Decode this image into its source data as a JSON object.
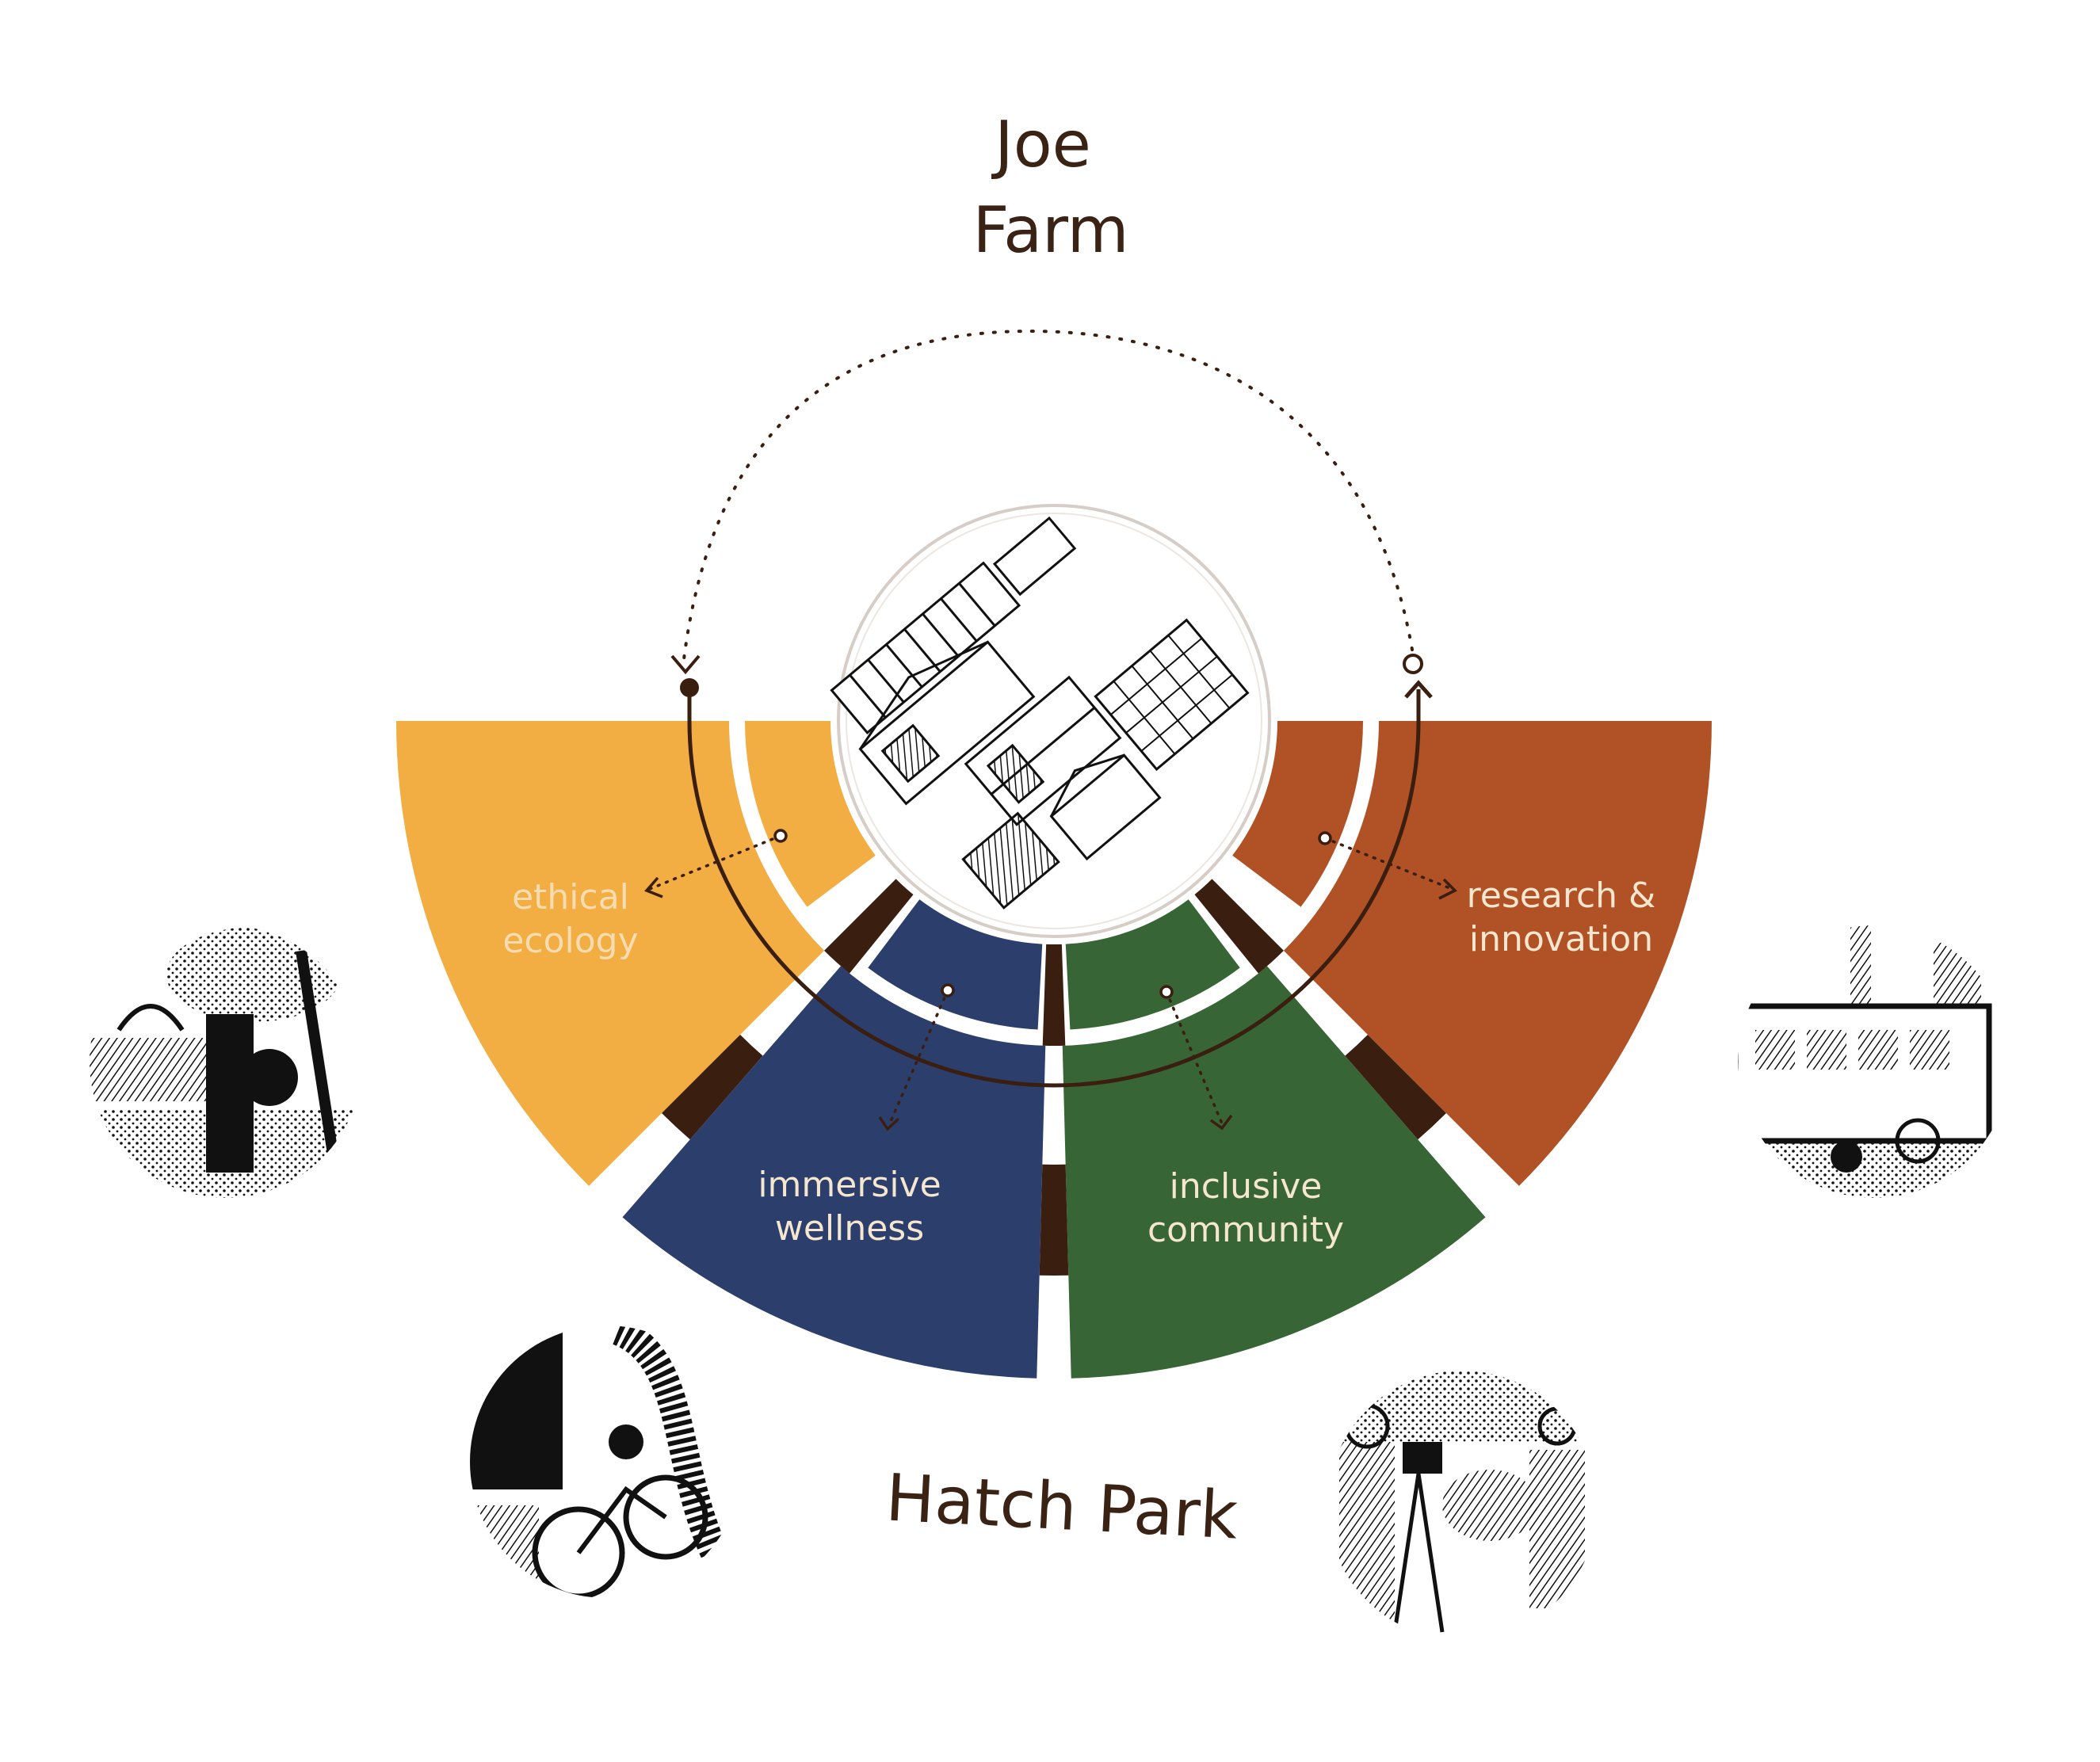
{
  "title": {
    "line1": "Joe",
    "line2": "Farm"
  },
  "bottom_label": "Hatch Park",
  "colors": {
    "ethical": "#f2ae42",
    "wellness": "#2c3f6c",
    "community": "#386536",
    "research": "#b05225",
    "dark": "#3a1e10",
    "text_dark": "#3a2314",
    "label_light": "#f4e6cf",
    "label_dim": "#f6dcb0"
  },
  "segments": {
    "ethical": {
      "line1": "ethical",
      "line2": "ecology"
    },
    "wellness": {
      "line1": "immersive",
      "line2": "wellness"
    },
    "community": {
      "line1": "inclusive",
      "line2": "community"
    },
    "research": {
      "line1": "research &",
      "line2": "innovation"
    }
  },
  "illustrations": [
    {
      "name": "ecology-scene",
      "subject": "garden path"
    },
    {
      "name": "wellness-scene",
      "subject": "cyclist on boardwalk"
    },
    {
      "name": "community-scene",
      "subject": "people gathering"
    },
    {
      "name": "research-scene",
      "subject": "bus and factory"
    }
  ],
  "center_image": {
    "subject": "axonometric farm buildings"
  }
}
